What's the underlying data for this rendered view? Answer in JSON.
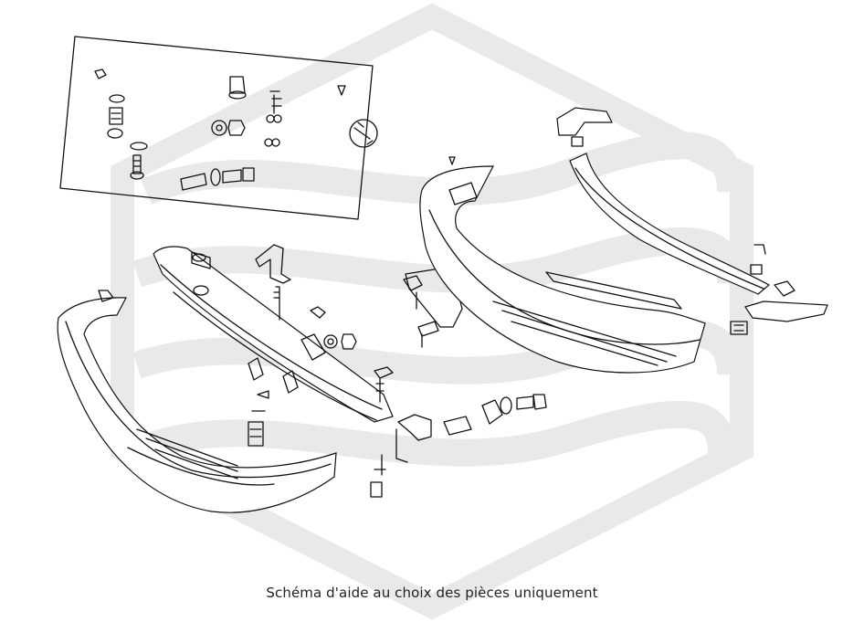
{
  "caption": "Schéma d'aide au choix des pièces uniquement",
  "diagram": {
    "type": "exploded-parts-drawing",
    "subject": "front and rear bumper assemblies with fasteners",
    "watermark": "logo"
  },
  "colors": {
    "line": "#111111",
    "watermark": "#e9e9e9",
    "background": "#ffffff",
    "caption": "#222222"
  },
  "icons": [
    "wrench-icon"
  ]
}
